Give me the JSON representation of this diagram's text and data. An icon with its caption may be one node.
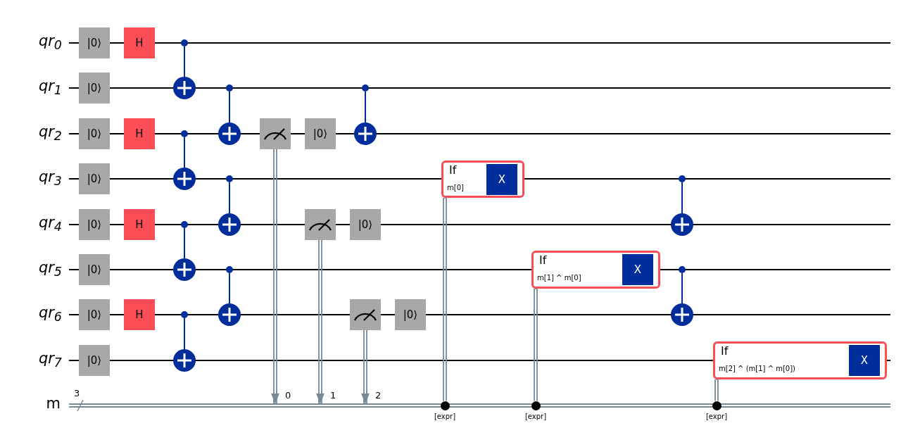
{
  "diagram": {
    "nodes": [
      {
        "text": [
          "|0⟩"
        ]
      },
      {
        "text": [
          "|0⟩"
        ]
      },
      {
        "text": [
          "|0⟩"
        ]
      },
      {
        "text": [
          "|0⟩"
        ]
      },
      {
        "text": [
          "|0⟩"
        ]
      },
      {
        "text": [
          "|0⟩"
        ]
      },
      {
        "text": [
          "|0⟩"
        ]
      },
      {
        "text": [
          "|0⟩"
        ]
      },
      {
        "text": [
          "H"
        ]
      },
      {
        "text": [
          "H"
        ]
      },
      {
        "text": [
          "H"
        ]
      },
      {
        "text": [
          "H"
        ]
      },
      {
        "text": [],
        "shape": "circle"
      },
      {
        "text": [],
        "shape": "circle"
      },
      {
        "text": [],
        "shape": "circle"
      },
      {
        "text": [],
        "shape": "circle"
      },
      {
        "text": [],
        "shape": "circle"
      },
      {
        "text": [],
        "shape": "circle"
      },
      {
        "text": [],
        "shape": "circle"
      },
      {
        "text": [],
        "shape": "circle"
      },
      {
        "text": [],
        "shape": "circle"
      },
      {
        "text": [],
        "shape": "circle"
      },
      {
        "text": [],
        "shape": "circle"
      },
      {
        "text": [],
        "shape": "circle"
      },
      {
        "text": [],
        "shape": "circle"
      },
      {
        "text": [],
        "shape": "circle"
      },
      {
        "text": [],
        "shape": "box"
      },
      {
        "text": [
          "|0⟩"
        ]
      },
      {
        "text": [],
        "shape": "box"
      },
      {
        "text": [],
        "shape": "circle"
      },
      {
        "text": [],
        "shape": "circle"
      },
      {
        "text": [
          "|0⟩"
        ]
      },
      {
        "text": [],
        "shape": "box"
      },
      {
        "text": [
          "|0⟩"
        ]
      },
      {
        "text": [
          "If",
          "m[0]"
        ]
      },
      {
        "text": [
          "X"
        ],
        "in": 34
      },
      {
        "text": [],
        "shape": "circle",
        "beside": [
          "[expr]"
        ]
      },
      {
        "text": [
          "If",
          "m[1] ^ m[0]"
        ]
      },
      {
        "text": [
          "X"
        ],
        "in": 37
      },
      {
        "text": [],
        "shape": "circle",
        "beside": [
          "[expr]"
        ]
      },
      {
        "text": [],
        "shape": "circle"
      },
      {
        "text": [],
        "shape": "circle"
      },
      {
        "text": [],
        "shape": "circle"
      },
      {
        "text": [],
        "shape": "circle"
      },
      {
        "text": [
          "If",
          "m[2] ^ (m[1] ^ m[0])"
        ]
      },
      {
        "text": [
          "X"
        ],
        "in": 44
      },
      {
        "text": [],
        "shape": "circle",
        "beside": [
          "[expr]"
        ]
      }
    ],
    "edges": [
      {
        "from": 12,
        "to": 13,
        "arrow": "none"
      },
      {
        "from": 14,
        "to": 15,
        "arrow": "none"
      },
      {
        "from": 16,
        "to": 17,
        "arrow": "none"
      },
      {
        "from": 18,
        "to": 19,
        "arrow": "none"
      },
      {
        "from": 20,
        "to": 21,
        "arrow": "none"
      },
      {
        "from": 22,
        "to": 23,
        "arrow": "none"
      },
      {
        "from": 24,
        "to": 25,
        "arrow": "none"
      },
      {
        "from": 26,
        "to": null,
        "arrow": "to",
        "label": "0",
        "color": "#778899"
      },
      {
        "from": 28,
        "to": null,
        "arrow": "to",
        "label": "1",
        "color": "#778899"
      },
      {
        "from": 29,
        "to": 30,
        "arrow": "none"
      },
      {
        "from": 32,
        "to": null,
        "arrow": "to",
        "label": "2",
        "color": "#778899"
      },
      {
        "from": 36,
        "to": 34,
        "arrow": "none",
        "color": "#778899"
      },
      {
        "from": 39,
        "to": 37,
        "arrow": "none",
        "color": "#778899"
      },
      {
        "from": 40,
        "to": 41,
        "arrow": "none"
      },
      {
        "from": 42,
        "to": 43,
        "arrow": "none"
      },
      {
        "from": 46,
        "to": 44,
        "arrow": "none",
        "color": "#778899"
      }
    ],
    "labels": [
      "qr$_{0}$",
      "qr$_{1}$",
      "qr$_{2}$",
      "qr$_{3}$",
      "qr$_{4}$",
      "qr$_{5}$",
      "qr$_{6}$",
      "qr$_{7}$",
      "3",
      "m"
    ]
  }
}
